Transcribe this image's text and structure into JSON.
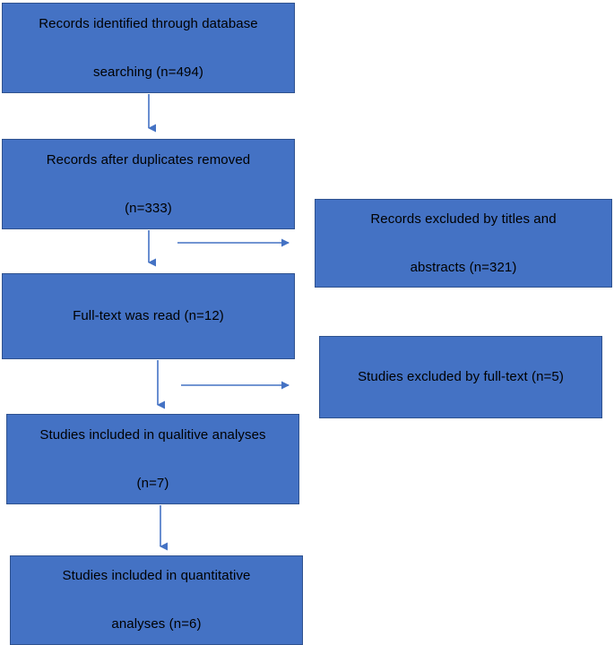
{
  "diagram": {
    "type": "prisma-flow-diagram",
    "colors": {
      "box_fill": "#4472C4",
      "box_border": "#2F528F",
      "arrow": "#4472C4",
      "text": "#000000",
      "background": "#FFFFFF"
    },
    "boxes": [
      {
        "id": "records-identified",
        "lines": [
          "Records identified through database",
          "searching (n=494)"
        ],
        "count": 494,
        "column": "left"
      },
      {
        "id": "records-after-duplicates",
        "lines": [
          "Records after duplicates removed",
          "(n=333)"
        ],
        "count": 333,
        "column": "left"
      },
      {
        "id": "full-text-read",
        "lines": [
          "Full-text was read (n=12)",
          ""
        ],
        "count": 12,
        "column": "left"
      },
      {
        "id": "studies-qualitive",
        "lines": [
          "Studies included in qualitive analyses",
          "(n=7)"
        ],
        "count": 7,
        "column": "left"
      },
      {
        "id": "studies-quantitative",
        "lines": [
          "Studies included in quantitative",
          "analyses (n=6)"
        ],
        "count": 6,
        "column": "left"
      },
      {
        "id": "records-excluded-titles",
        "lines": [
          "Records excluded by titles and",
          "abstracts (n=321)"
        ],
        "count": 321,
        "column": "right"
      },
      {
        "id": "studies-excluded-fulltext",
        "lines": [
          "Studies excluded by full-text (n=5)",
          ""
        ],
        "count": 5,
        "column": "right"
      }
    ],
    "arrows": [
      {
        "id": "arrow-identified-to-duplicates",
        "direction": "down"
      },
      {
        "id": "arrow-duplicates-to-fulltext",
        "direction": "down"
      },
      {
        "id": "arrow-duplicates-to-excluded-titles",
        "direction": "right"
      },
      {
        "id": "arrow-fulltext-to-qualitive",
        "direction": "down"
      },
      {
        "id": "arrow-fulltext-to-excluded-fulltext",
        "direction": "right"
      },
      {
        "id": "arrow-qualitive-to-quantitative",
        "direction": "down"
      }
    ]
  }
}
